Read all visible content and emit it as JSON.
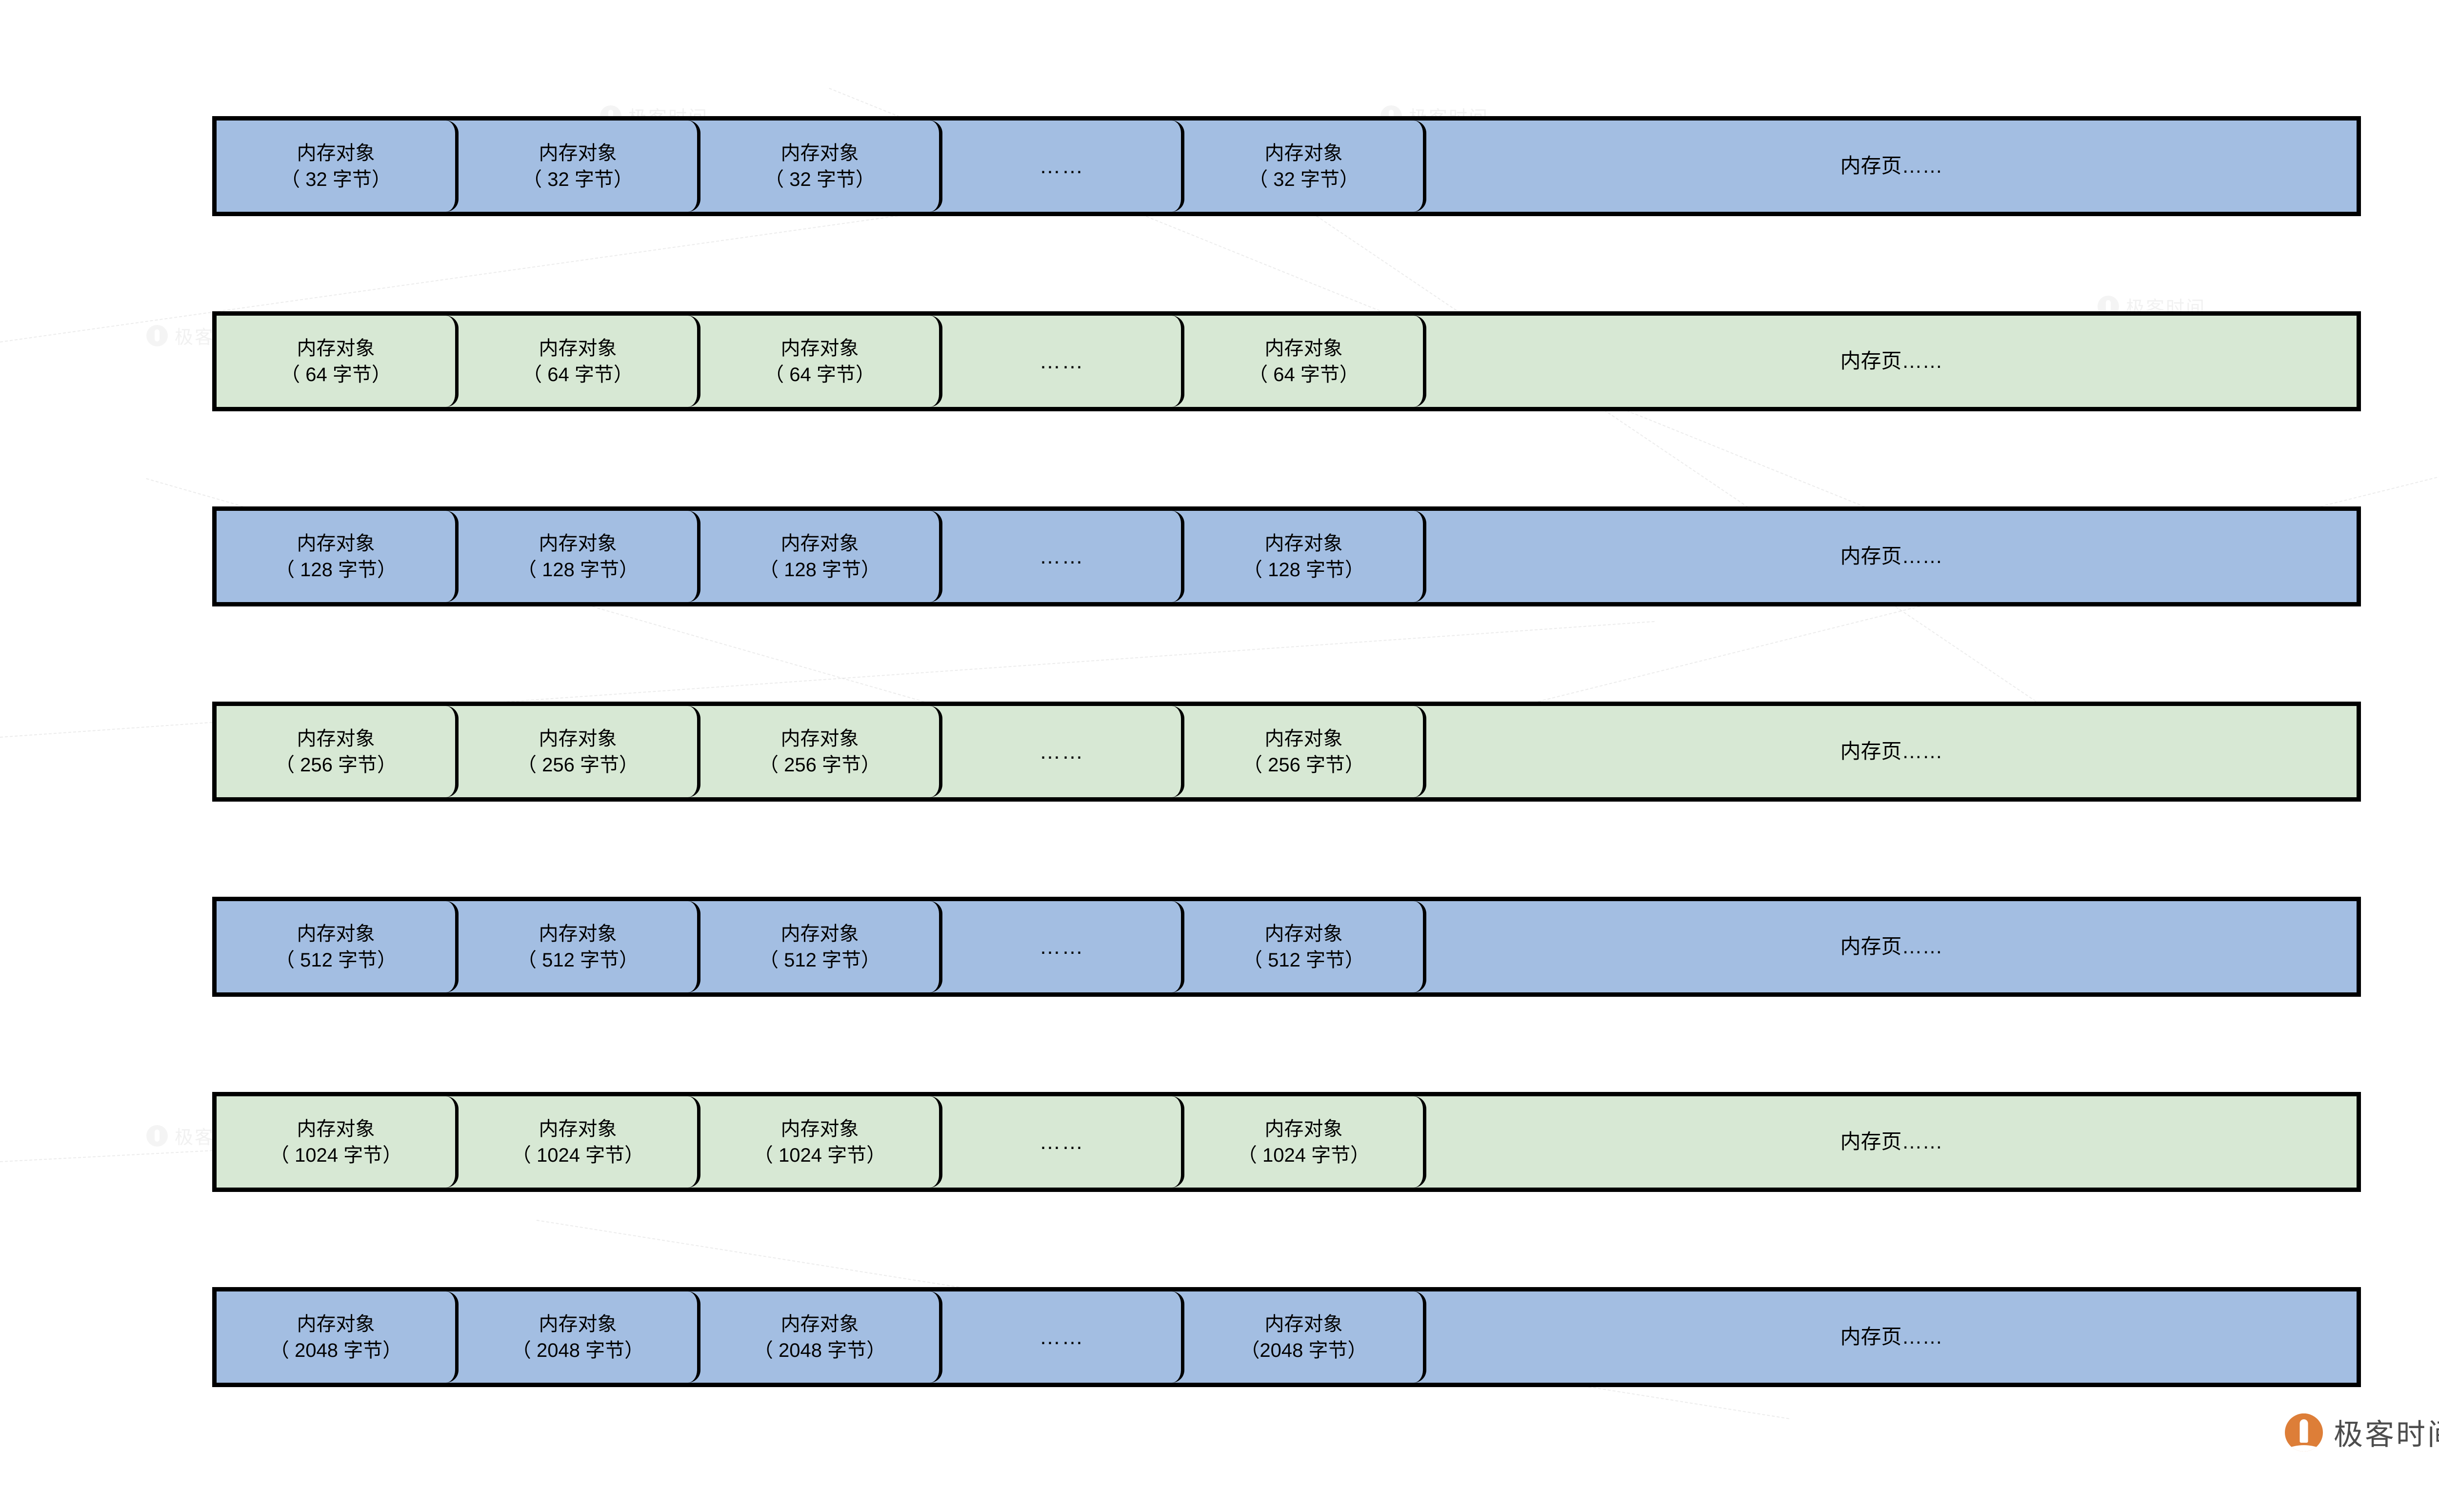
{
  "diagram": {
    "title": "slab-memory-object-rows",
    "colors": {
      "blue_fill": "#a3bee2",
      "green_fill": "#d7e8d4",
      "border": "#000000",
      "text": "#000000",
      "brand_orange": "#dd7e38",
      "brand_gray": "#4d4d4d"
    },
    "ellipsis_label": "……",
    "page_label": "内存页……",
    "object_label": "内存对象",
    "rows": [
      {
        "color": "blue",
        "size": "32",
        "cells": [
          "内存对象\n（ 32 字节）",
          "内存对象\n（ 32 字节）",
          "内存对象\n（ 32 字节）",
          "……",
          "内存对象\n（ 32 字节）",
          "内存页……"
        ]
      },
      {
        "color": "green",
        "size": "64",
        "cells": [
          "内存对象\n（ 64 字节）",
          "内存对象\n（ 64 字节）",
          "内存对象\n（  64 字节）",
          "……",
          "内存对象\n（ 64 字节）",
          "内存页……"
        ]
      },
      {
        "color": "blue",
        "size": "128",
        "cells": [
          "内存对象\n（ 128 字节）",
          "内存对象\n（ 128 字节）",
          "内存对象\n（ 128 字节）",
          "……",
          "内存对象\n（ 128 字节）",
          "内存页……"
        ]
      },
      {
        "color": "green",
        "size": "256",
        "cells": [
          "内存对象\n（ 256 字节）",
          "内存对象\n（ 256 字节）",
          "内存对象\n（ 256 字节）",
          "……",
          "内存对象\n（ 256 字节）",
          "内存页……"
        ]
      },
      {
        "color": "blue",
        "size": "512",
        "cells": [
          "内存对象\n（ 512 字节）",
          "内存对象\n（ 512 字节）",
          "内存对象\n（ 512 字节）",
          "……",
          "内存对象\n（ 512 字节）",
          "内存页……"
        ]
      },
      {
        "color": "green",
        "size": "1024",
        "cells": [
          "内存对象\n（ 1024 字节）",
          "内存对象\n（ 1024 字节）",
          "内存对象\n（ 1024 字节）",
          "……",
          "内存对象\n（ 1024 字节）",
          "内存页……"
        ]
      },
      {
        "color": "blue",
        "size": "2048",
        "cells": [
          "内存对象\n（ 2048 字节）",
          "内存对象\n（ 2048 字节）",
          "内存对象\n（ 2048 字节）",
          "……",
          "内存对象\n（2048 字节）",
          "内存页……"
        ]
      }
    ]
  },
  "footer": {
    "brand_name": "极客时间"
  },
  "watermark": {
    "text": "极客时间"
  }
}
